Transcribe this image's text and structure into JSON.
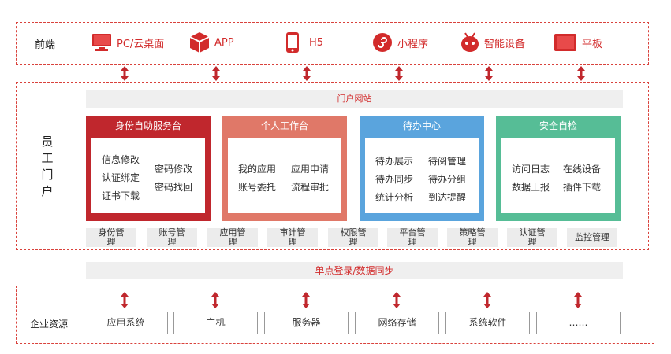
{
  "frontend": {
    "label": "前端",
    "items": [
      {
        "label": "PC/云桌面",
        "icon": "monitor-icon"
      },
      {
        "label": "APP",
        "icon": "cube-icon"
      },
      {
        "label": "H5",
        "icon": "phone-icon"
      },
      {
        "label": "小程序",
        "icon": "mini-program-icon"
      },
      {
        "label": "智能设备",
        "icon": "robot-icon"
      },
      {
        "label": "平板",
        "icon": "tablet-icon"
      }
    ]
  },
  "portal": {
    "label": "员工门户",
    "label_chars": [
      "员",
      "工",
      "门",
      "户"
    ],
    "bar": "门户网站",
    "cards": [
      {
        "title": "身份自助服务台",
        "color": "#c0272d",
        "items": [
          "信息修改",
          "认证绑定",
          "证书下载",
          "密码修改",
          "密码找回"
        ]
      },
      {
        "title": "个人工作台",
        "color": "#e07868",
        "items": [
          "我的应用",
          "账号委托",
          "应用申请",
          "流程审批"
        ]
      },
      {
        "title": "待办中心",
        "color": "#5aa4dd",
        "items": [
          "待办展示",
          "待办同步",
          "统计分析",
          "待阅管理",
          "待办分组",
          "到达提醒"
        ]
      },
      {
        "title": "安全自检",
        "color": "#56bd96",
        "items": [
          "访问日志",
          "数据上报",
          "在线设备",
          "插件下载"
        ]
      }
    ],
    "management": [
      {
        "line1": "身份管",
        "line2": "理"
      },
      {
        "line1": "账号管",
        "line2": "理"
      },
      {
        "line1": "应用管",
        "line2": "理"
      },
      {
        "line1": "审计管",
        "line2": "理"
      },
      {
        "line1": "权限管",
        "line2": "理"
      },
      {
        "line1": "平台管",
        "line2": "理"
      },
      {
        "line1": "策略管",
        "line2": "理"
      },
      {
        "line1": "认证管",
        "line2": "理"
      },
      {
        "line1": "监控管理",
        "line2": ""
      }
    ]
  },
  "sso": "单点登录/数据同步",
  "enterprise": {
    "label": "企业资源",
    "items": [
      "应用系统",
      "主机",
      "服务器",
      "网络存储",
      "系统软件",
      "……"
    ]
  },
  "colors": {
    "accent": "#d22b2b",
    "border": "#d9423c",
    "bar": "#efefef"
  }
}
